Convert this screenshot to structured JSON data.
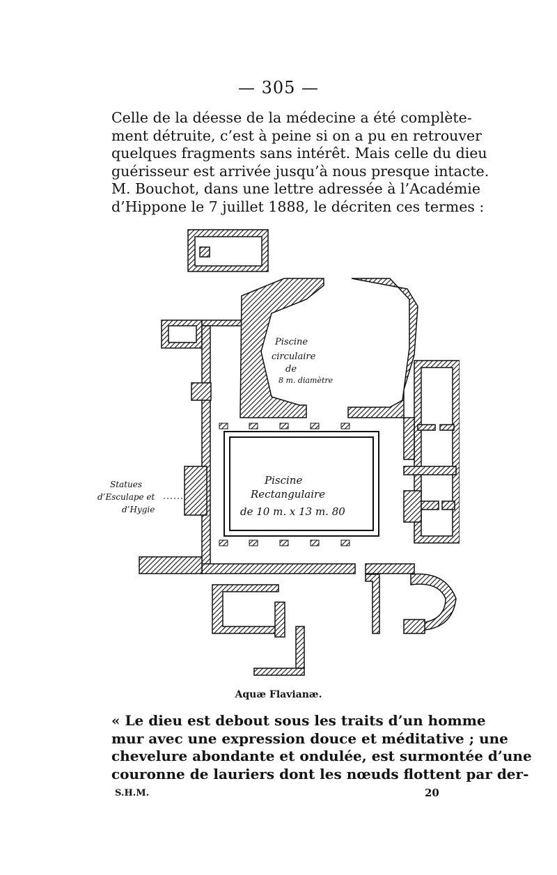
{
  "header": {
    "page_number": "— 305 —"
  },
  "paragraph_1": {
    "lines": [
      "Celle de la déesse de la médecine a été complète-",
      "ment détruite, c’est à peine si on a pu en retrouver",
      "quelques fragments sans intérêt. Mais celle du dieu",
      "guérisseur est arrivée jusqu’à nous presque intacte.",
      "M. Bouchot, dans une lettre adressée à l’Académie",
      "d’Hippone le 7 juillet 1888, le décriten ces termes :"
    ]
  },
  "figure": {
    "labels": {
      "circular_pool": [
        "Piscine",
        "circulaire",
        "de",
        "8 m. diamètre"
      ],
      "rect_pool": [
        "Piscine",
        "Rectangulaire",
        "de 10 m. x 13 m. 80"
      ],
      "statues": [
        "Statues",
        "d’Esculape et",
        "d’Hygie"
      ]
    },
    "caption": "Aquæ Flavianæ."
  },
  "paragraph_2": {
    "lines": [
      "« Le dieu est debout sous les traits d’un homme",
      "mur avec une expression douce et méditative ; une",
      "chevelure abondante et ondulée, est surmontée d’une",
      "couronne de lauriers dont les nœuds flottent par der-"
    ]
  },
  "footer": {
    "signature": "S.H.M.",
    "sheet_number": "20"
  }
}
